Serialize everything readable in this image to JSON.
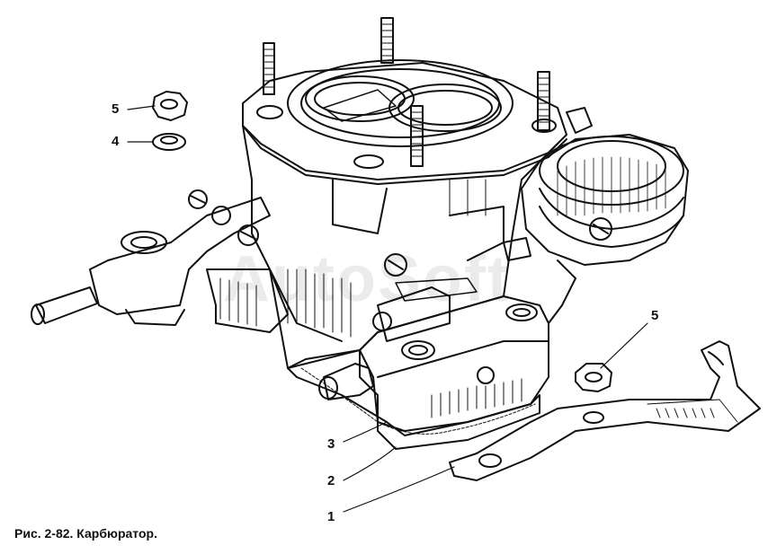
{
  "figure": {
    "caption": "Рис. 2-82. Карбюратор.",
    "watermark": "AutoSoft",
    "callouts": [
      "5",
      "4",
      "5",
      "3",
      "2",
      "1"
    ]
  },
  "colors": {
    "ink": "#111111",
    "background": "#ffffff"
  }
}
